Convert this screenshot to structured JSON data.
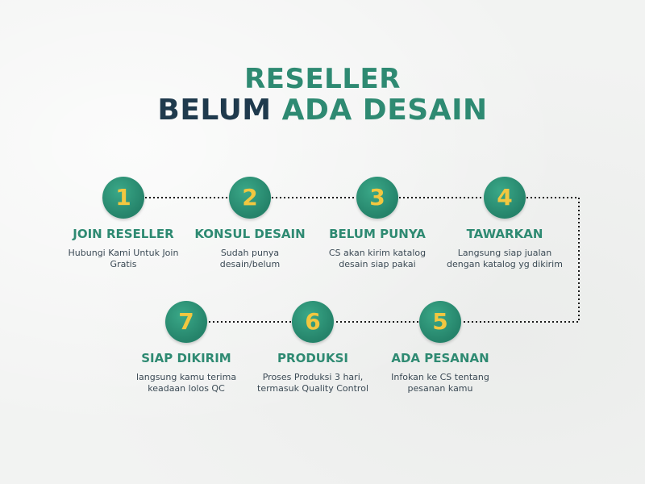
{
  "title": {
    "line1": "RESELLER",
    "line2_dark": "BELUM",
    "line2_green": "ADA DESAIN"
  },
  "colors": {
    "accent_green": "#2e8a72",
    "dark_navy": "#1f3a4d",
    "number_yellow": "#f2c740",
    "connector": "#1b1b1b"
  },
  "steps": [
    {
      "number": "1",
      "label": "JOIN RESELLER",
      "desc_1": "Hubungi Kami Untuk Join",
      "desc_2": "Gratis"
    },
    {
      "number": "2",
      "label": "KONSUL DESAIN",
      "desc_1": "Sudah punya",
      "desc_2": "desain/belum"
    },
    {
      "number": "3",
      "label": "BELUM PUNYA",
      "desc_1": "CS akan kirim katalog",
      "desc_2": "desain siap pakai"
    },
    {
      "number": "4",
      "label": "TAWARKAN",
      "desc_1": "Langsung siap jualan",
      "desc_2": "dengan katalog yg dikirim"
    },
    {
      "number": "5",
      "label": "ADA PESANAN",
      "desc_1": "Infokan ke CS tentang",
      "desc_2": "pesanan kamu"
    },
    {
      "number": "6",
      "label": "PRODUKSI",
      "desc_1": "Proses Produksi 3 hari,",
      "desc_2": "termasuk Quality Control"
    },
    {
      "number": "7",
      "label": "SIAP DIKIRIM",
      "desc_1": "langsung kamu terima",
      "desc_2": "keadaan lolos QC"
    }
  ]
}
